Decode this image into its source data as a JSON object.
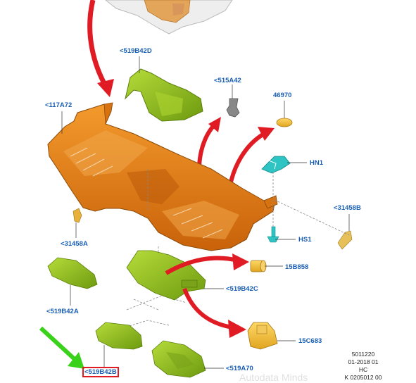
{
  "labels": {
    "p519B42D": "<519B42D",
    "p515A42": "<515A42",
    "p46970": "46970",
    "p117A72": "<117A72",
    "pHN1": "HN1",
    "p31458B": "<31458B",
    "p31458A": "<31458A",
    "pHS1": "HS1",
    "p15B858": "15B858",
    "p519B42C": "<519B42C",
    "p519B42A": "<519B42A",
    "p15C683": "15C683",
    "p519B42B": "<519B42B",
    "p519A70": "<519A70"
  },
  "reference": {
    "line1": "5011220",
    "line2": "01-2018 01",
    "line3": "HC",
    "line4": "K 0205012 00"
  },
  "watermark": "Autodata Minds",
  "colors": {
    "label_text": "#1a5fb4",
    "orange_part": "#e07a10",
    "green_part": "#8fc21a",
    "yellow_part": "#f2c13c",
    "teal_part": "#2ec4c4",
    "arrow_red": "#e01b24",
    "arrow_green": "#3ad11a",
    "highlight_box": "#e01b24"
  }
}
